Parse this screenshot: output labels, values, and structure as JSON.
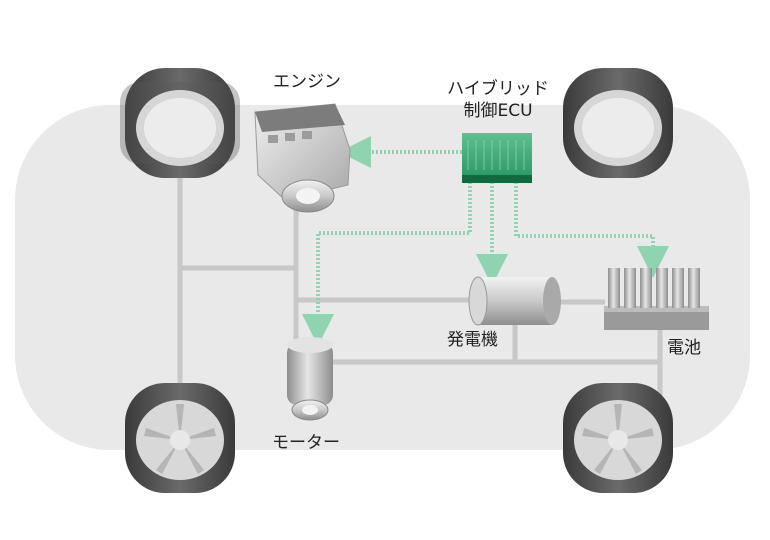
{
  "labels": {
    "engine": "エンジン",
    "ecu_line1": "ハイブリッド",
    "ecu_line2": "制御ECU",
    "generator": "発電機",
    "battery": "電池",
    "motor": "モーター"
  },
  "colors": {
    "body": "#e9e9e9",
    "shaft": "#c8c8c8",
    "ecu_green": "#2f9a6a",
    "ecu_dark": "#0f6b3e",
    "signal_arrow": "#8fd3b0",
    "tire": "#4b4b4b",
    "wheel": "#d6d6d6"
  }
}
